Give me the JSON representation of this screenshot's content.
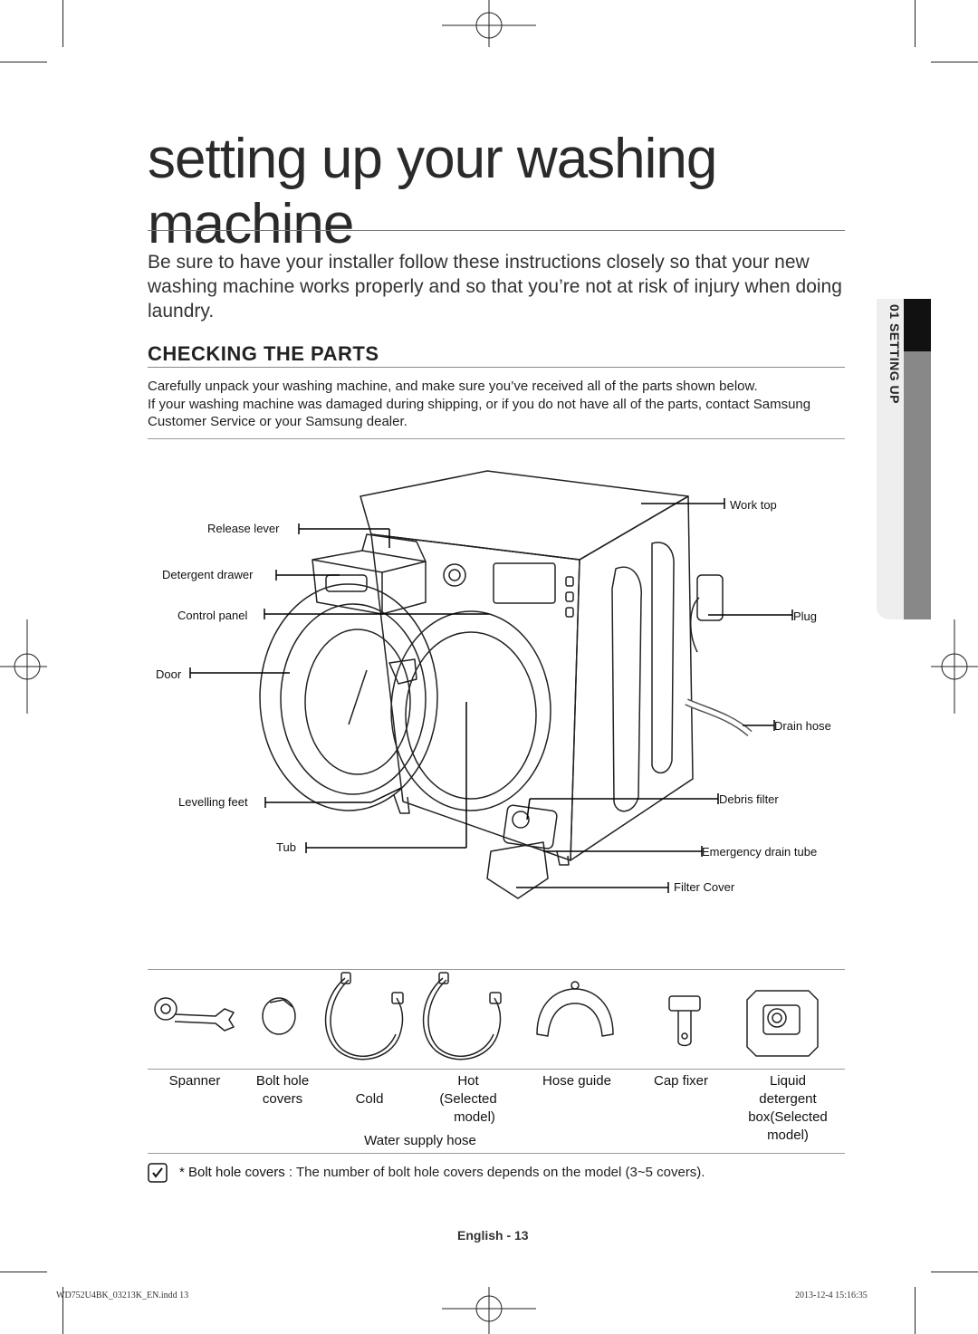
{
  "page": {
    "title": "setting up your washing machine",
    "intro": "Be sure to have your installer follow these instructions closely so that your new washing machine works properly and so that you’re not at risk of injury when doing laundry.",
    "section_heading": "CHECKING THE PARTS",
    "section_body_1": "Carefully unpack your washing machine, and make sure you’ve received all of the parts shown below.",
    "section_body_2": "If your washing machine was damaged during shipping, or if you do not have all of the parts, contact Samsung Customer Service or your Samsung dealer.",
    "side_tab": "01 SETTING UP"
  },
  "diagram_labels": {
    "release_lever": "Release lever",
    "detergent_drawer": "Detergent drawer",
    "control_panel": "Control panel",
    "door": "Door",
    "levelling_feet": "Levelling feet",
    "tub": "Tub",
    "work_top": "Work top",
    "plug": "Plug",
    "drain_hose": "Drain hose",
    "debris_filter": "Debris filter",
    "emergency_drain_tube": "Emergency drain tube",
    "filter_cover": "Filter Cover"
  },
  "parts": {
    "spanner": "Spanner",
    "bolt_hole_1": "Bolt hole",
    "bolt_hole_2": "covers",
    "cold": "Cold",
    "hot_1": "Hot",
    "hot_2": "(Selected",
    "hot_3": "model)",
    "water_supply_hose": "Water supply hose",
    "hose_guide": "Hose guide",
    "cap_fixer": "Cap fixer",
    "liquid_1": "Liquid",
    "liquid_2": "detergent",
    "liquid_3": "box(Selected",
    "liquid_4": "model)"
  },
  "note": {
    "label": "* Bolt hole covers",
    "text": " : The number of bolt hole covers depends on the model (3~5 covers)."
  },
  "footer": {
    "page": "English - 13",
    "file": "WD752U4BK_03213K_EN.indd   13",
    "date": "2013-12-4   15:16:35"
  }
}
